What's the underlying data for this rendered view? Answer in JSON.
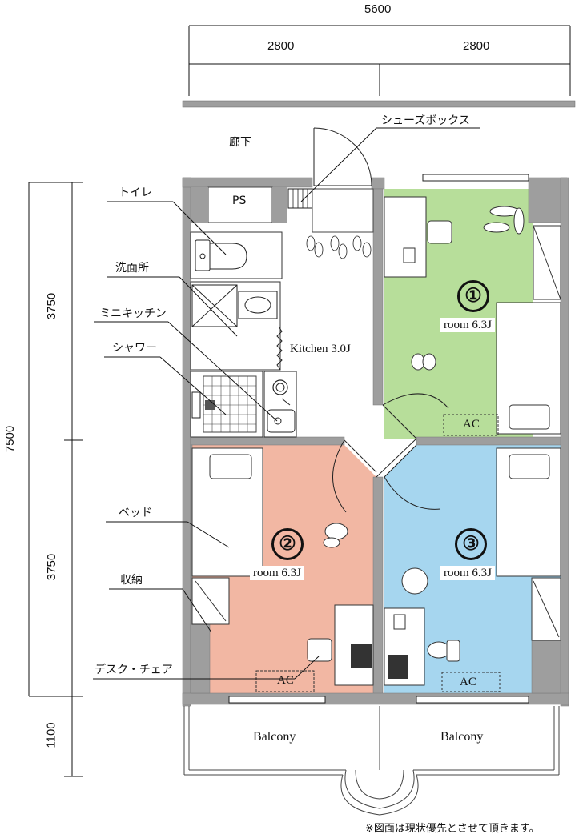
{
  "dimensions": {
    "total_width": "5600",
    "left_width": "2800",
    "right_width": "2800",
    "total_depth": "7500",
    "upper_depth": "3750",
    "lower_depth": "3750",
    "balcony_depth": "1100"
  },
  "labels": {
    "corridor": "廊下",
    "shoe_box": "シューズボックス",
    "ps": "PS",
    "toilet": "トイレ",
    "washroom": "洗面所",
    "mini_kitchen": "ミニキッチン",
    "shower": "シャワー",
    "bed": "ベッド",
    "storage": "収納",
    "desk_chair": "デスク・チェア",
    "kitchen": "Kitchen 3.0J",
    "ac": "AC",
    "balcony_left": "Balcony",
    "balcony_right": "Balcony"
  },
  "rooms": [
    {
      "number": "①",
      "label": "room 6.3J",
      "color": "#b7de9a"
    },
    {
      "number": "②",
      "label": "room 6.3J",
      "color": "#f2b7a3"
    },
    {
      "number": "③",
      "label": "room 6.3J",
      "color": "#a6d6ef"
    }
  ],
  "colors": {
    "wall": "#9e9e9e"
  },
  "note": "※図面は現状優先とさせて頂きます。"
}
